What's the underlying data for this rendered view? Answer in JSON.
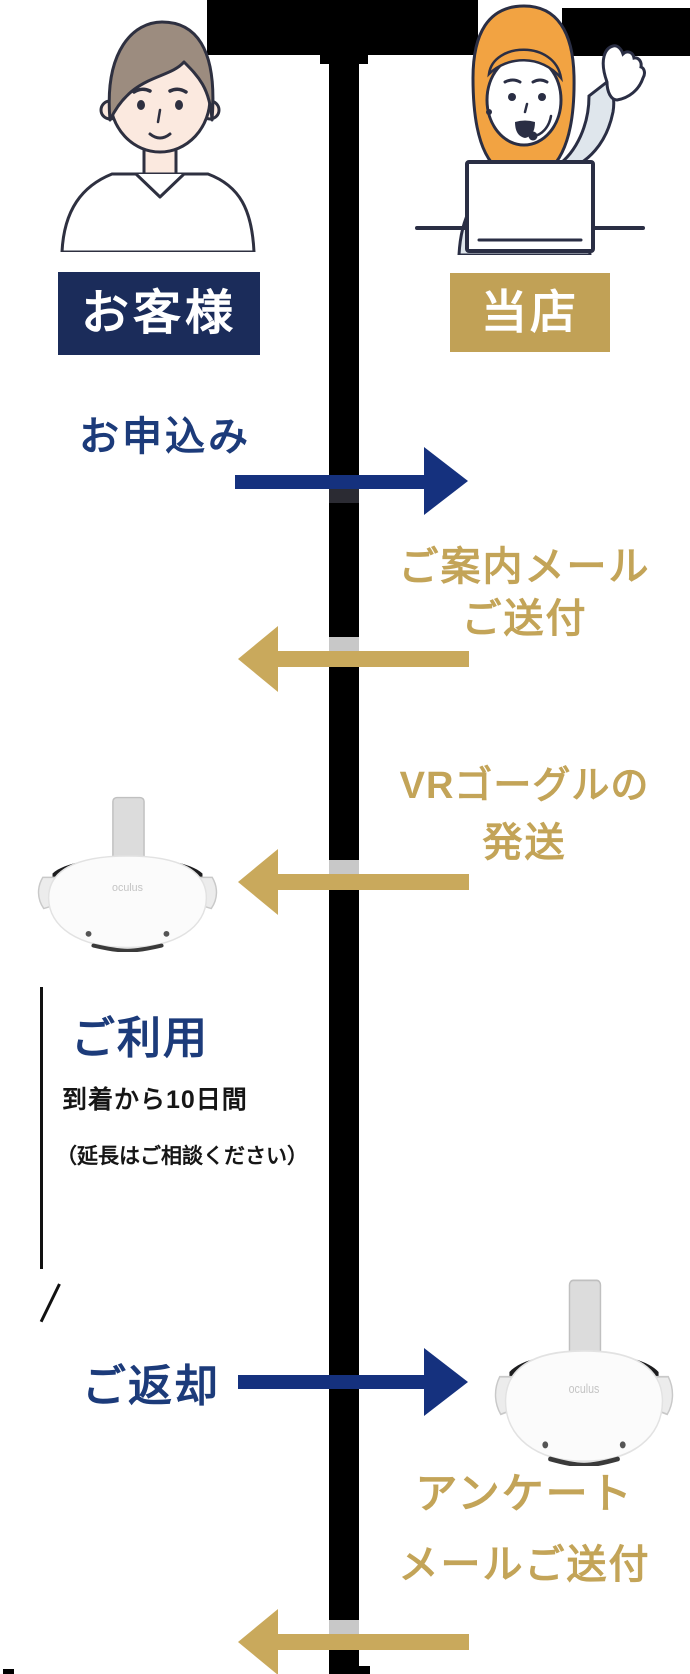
{
  "actors": {
    "customer": {
      "label": "お客様",
      "color": "#1b2c5a"
    },
    "shop": {
      "label": "当店",
      "color": "#c1a156"
    }
  },
  "steps": {
    "apply": {
      "label": "お申込み",
      "direction": "to-shop",
      "color": "#15317e"
    },
    "guide_mail": {
      "line1": "ご案内メール",
      "line2": "ご送付",
      "direction": "to-customer",
      "color": "#c9a95c"
    },
    "ship": {
      "line1": "VRゴーグルの",
      "line2": "発送",
      "direction": "to-customer",
      "color": "#c9a95c"
    },
    "usage": {
      "label": "ご利用",
      "note_duration": "到着から10日間",
      "note_extension": "（延長はご相談ください）"
    },
    "return": {
      "label": "ご返却",
      "direction": "to-shop",
      "color": "#15317e"
    },
    "survey": {
      "line1": "アンケート",
      "line2": "メールご送付",
      "direction": "to-customer",
      "color": "#c9a95c"
    }
  },
  "devices": {
    "vr_headset_logo": "oculus"
  },
  "colors": {
    "navy_box": "#1b2c5a",
    "gold_box": "#c1a156",
    "navy_text": "#1c3b7a",
    "gold_text": "#c3a458",
    "navy_arrow": "#15317e",
    "gold_arrow": "#c9a95c",
    "timeline": "#000000"
  }
}
